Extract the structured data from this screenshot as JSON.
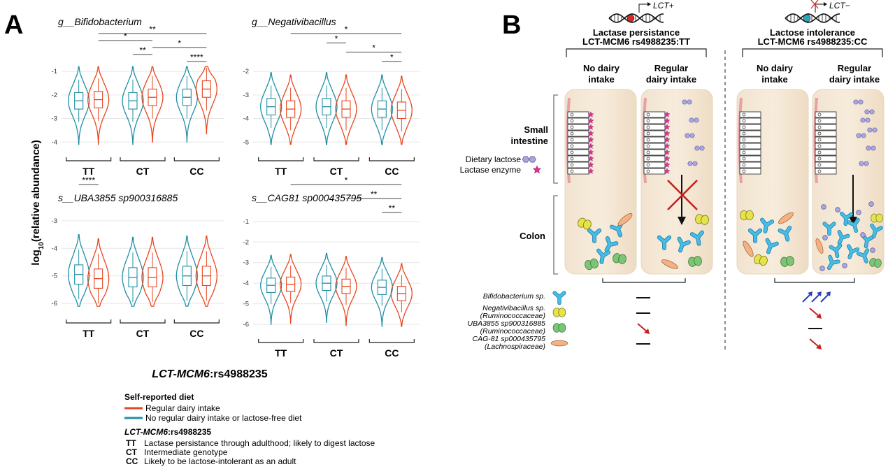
{
  "panel_a": {
    "letter": "A",
    "y_label": "log10(relative abundance)",
    "x_label_italic": "LCT-MCM6",
    "x_label_rest": ":rs4988235",
    "genotypes": [
      "TT",
      "CT",
      "CC"
    ],
    "colors": {
      "dairy": "#e8461e",
      "no_dairy": "#1f8fa6"
    },
    "plots": [
      {
        "title": "g__Bifidobacterium",
        "ylim": [
          -4.2,
          -0.7
        ],
        "yticks": [
          -1,
          -2,
          -3,
          -4
        ],
        "medians": {
          "TT": [
            -2.25,
            -2.2
          ],
          "CT": [
            -2.25,
            -2.1
          ],
          "CC": [
            -2.1,
            -1.75
          ]
        },
        "brackets": [
          {
            "from": "TT-dairy",
            "to": "CC-dairy",
            "label": "**"
          },
          {
            "from": "TT-dairy",
            "to": "CT-dairy",
            "label": "*"
          },
          {
            "from": "CT-dairy",
            "to": "CC-dairy",
            "label": "*"
          },
          {
            "from": "CT-no_dairy",
            "to": "CT-dairy",
            "label": "**"
          },
          {
            "from": "CC-no_dairy",
            "to": "CC-dairy",
            "label": "****"
          }
        ]
      },
      {
        "title": "g__Negativibacillus",
        "ylim": [
          -5.2,
          -1.7
        ],
        "yticks": [
          -2,
          -3,
          -4,
          -5
        ],
        "medians": {
          "TT": [
            -3.5,
            -3.6
          ],
          "CT": [
            -3.5,
            -3.6
          ],
          "CC": [
            -3.6,
            -3.65
          ]
        },
        "brackets": [
          {
            "from": "TT-dairy",
            "to": "CC-dairy",
            "label": "*"
          },
          {
            "from": "CT-no_dairy",
            "to": "CT-dairy",
            "label": "*"
          },
          {
            "from": "CT-dairy",
            "to": "CC-dairy",
            "label": "*"
          },
          {
            "from": "CC-no_dairy",
            "to": "CC-dairy",
            "label": "*"
          }
        ]
      },
      {
        "title": "s__UBA3855 sp900316885",
        "ylim": [
          -6.2,
          -2.8
        ],
        "yticks": [
          -3,
          -4,
          -5,
          -6
        ],
        "medians": {
          "TT": [
            -4.95,
            -5.1
          ],
          "CT": [
            -5.05,
            -5.05
          ],
          "CC": [
            -5.0,
            -5.0
          ]
        },
        "brackets": [
          {
            "from": "TT-no_dairy",
            "to": "TT-dairy",
            "label": "****"
          }
        ]
      },
      {
        "title": "s__CAG81 sp000435795",
        "ylim": [
          -6.2,
          -0.7
        ],
        "yticks": [
          -1,
          -2,
          -3,
          -4,
          -5,
          -6
        ],
        "medians": {
          "TT": [
            -4.1,
            -4.05
          ],
          "CT": [
            -4.0,
            -4.15
          ],
          "CC": [
            -4.2,
            -4.5
          ]
        },
        "brackets": [
          {
            "from": "TT-dairy",
            "to": "CC-dairy",
            "label": "*"
          },
          {
            "from": "CT-dairy",
            "to": "CC-dairy",
            "label": "**"
          },
          {
            "from": "CC-no_dairy",
            "to": "CC-dairy",
            "label": "**"
          }
        ]
      }
    ],
    "legend": {
      "diet_title": "Self-reported diet",
      "dairy_label": "Regular dairy intake",
      "no_dairy_label": "No regular dairy intake or lactose-free diet",
      "genotype_title_italic": "LCT-MCM6",
      "genotype_title_rest": ":rs4988235",
      "genotype_rows": [
        {
          "code": "TT",
          "text": "Lactase persistance through adulthood; likely to digest lactose"
        },
        {
          "code": "CT",
          "text": "Intermediate genotype"
        },
        {
          "code": "CC",
          "text": "Likely to be lactose-intolerant as an adult"
        }
      ]
    }
  },
  "panel_b": {
    "letter": "B",
    "left_gene_tag": "LCT+",
    "right_gene_tag": "LCT−",
    "left_title_1": "Lactase persistance",
    "left_title_2": "LCT-MCM6 rs4988235:TT",
    "right_title_1": "Lactose intolerance",
    "right_title_2": "LCT-MCM6 rs4988235:CC",
    "col_no_dairy_1": "No dairy",
    "col_no_dairy_2": "intake",
    "col_dairy_1": "Regular",
    "col_dairy_2": "dairy intake",
    "small_intestine_1": "Small",
    "small_intestine_2": "intestine",
    "colon": "Colon",
    "dietary_lactose": "Dietary lactose",
    "lactase_enzyme": "Lactase enzyme",
    "taxa_legend": [
      {
        "name": "Bifidobacterium sp.",
        "family": "",
        "shape": "y-shape",
        "color": "#3bb3e0",
        "left_trend": "unchanged",
        "right_trend": "increase"
      },
      {
        "name": "Negativibacillus sp.",
        "family": "(Ruminococcaceae)",
        "shape": "diplococcus",
        "color": "#e6e34a",
        "left_trend": "unchanged",
        "right_trend": "decrease"
      },
      {
        "name": "UBA3855 sp900316885",
        "family": "(Ruminococcaceae)",
        "shape": "diplococcus",
        "color": "#7cc576",
        "left_trend": "decrease",
        "right_trend": "unchanged"
      },
      {
        "name": "CAG-81 sp000435795",
        "family": "(Lachnospiraceae)",
        "shape": "rod",
        "color": "#f4b183",
        "left_trend": "unchanged",
        "right_trend": "decrease"
      }
    ]
  }
}
